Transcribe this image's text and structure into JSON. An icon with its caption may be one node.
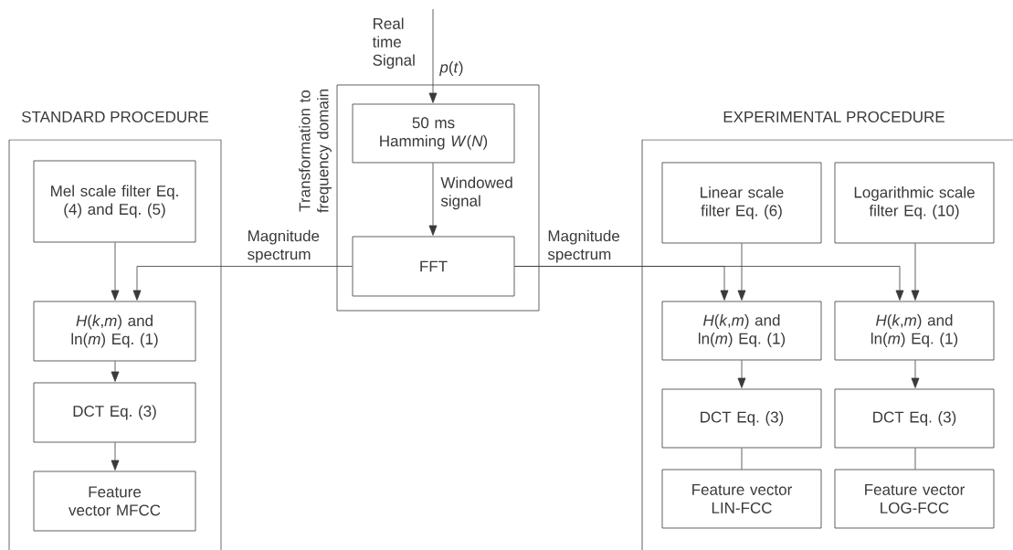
{
  "diagram": {
    "nodes": [
      {
        "text": [
          "STANDARD PROCEDURE"
        ]
      },
      {
        "text": [
          "Mel scale filter Eq. (4) and Eq. (5)"
        ],
        "in": 0
      },
      {
        "text": [
          "*H*(*k*,*m*) and ln(*m*) Eq. (1)"
        ],
        "in": 0
      },
      {
        "text": [
          "DCT Eq. (3)"
        ],
        "in": 0
      },
      {
        "text": [
          "Feature vector MFCC"
        ],
        "in": 0
      },
      {
        "text": [
          "Transformation to frequency domain"
        ]
      },
      {
        "text": [
          "50 ms Hamming *W*(*N*)"
        ],
        "in": 5
      },
      {
        "text": [
          "FFT"
        ],
        "in": 5
      },
      {
        "text": [
          "EXPERIMENTAL PROCEDURE"
        ]
      },
      {
        "text": [
          "Linear scale filter Eq. (6)"
        ],
        "in": 8
      },
      {
        "text": [
          "Logarithmic scale filter Eq. (10)"
        ],
        "in": 8
      },
      {
        "text": [
          "*H*(*k*,*m*) and ln(*m*) Eq. (1)"
        ],
        "in": 8
      },
      {
        "text": [
          "*H*(*k*,*m*) and ln(*m*) Eq. (1)"
        ],
        "in": 8
      },
      {
        "text": [
          "DCT Eq. (3)"
        ],
        "in": 8
      },
      {
        "text": [
          "DCT Eq. (3)"
        ],
        "in": 8
      },
      {
        "text": [
          "Feature vector LIN-FCC"
        ],
        "in": 8
      },
      {
        "text": [
          "Feature vector LOG-FCC"
        ],
        "in": 8
      }
    ],
    "edges": [
      {
        "from": null,
        "to": 6,
        "arrow": "to",
        "label": "Real time Signal"
      },
      {
        "from": 6,
        "to": 7,
        "arrow": "to",
        "label": "Windowed signal"
      },
      {
        "from": 7,
        "to": 2,
        "arrow": "to",
        "label": "Magnitude spectrum"
      },
      {
        "from": 1,
        "to": 2,
        "arrow": "to"
      },
      {
        "from": 2,
        "to": 3,
        "arrow": "to"
      },
      {
        "from": 3,
        "to": 4,
        "arrow": "to"
      },
      {
        "from": 7,
        "to": 11,
        "arrow": "to",
        "label": "Magnitude spectrum"
      },
      {
        "from": 7,
        "to": 12,
        "arrow": "to"
      },
      {
        "from": 9,
        "to": 11,
        "arrow": "to"
      },
      {
        "from": 10,
        "to": 12,
        "arrow": "to"
      },
      {
        "from": 11,
        "to": 13,
        "arrow": "to"
      },
      {
        "from": 12,
        "to": 14,
        "arrow": "to"
      },
      {
        "from": 13,
        "to": 15,
        "arrow": "none"
      },
      {
        "from": 14,
        "to": 16,
        "arrow": "none"
      }
    ],
    "labels": [
      "*p*(*t*)"
    ]
  }
}
